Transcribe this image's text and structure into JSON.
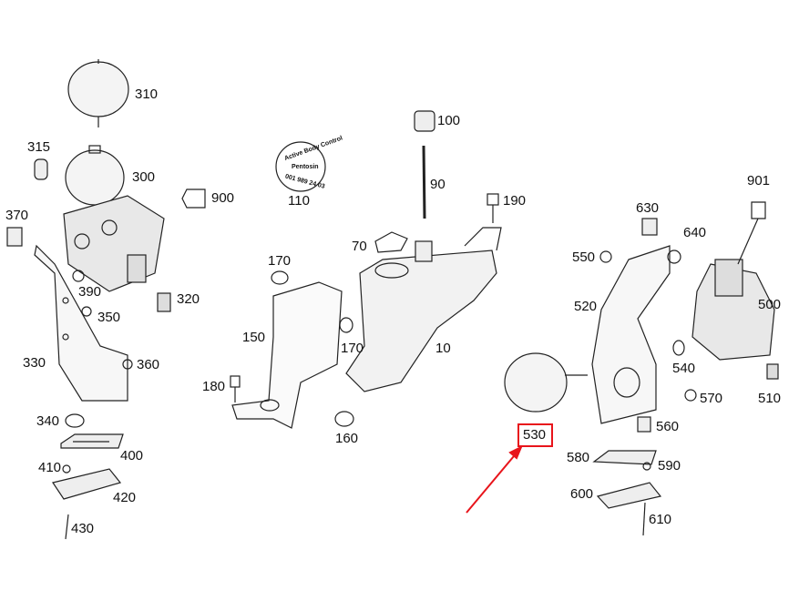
{
  "diagram": {
    "part_labels": [
      "310",
      "315",
      "300",
      "900",
      "110",
      "100",
      "90",
      "190",
      "901",
      "370",
      "630",
      "640",
      "550",
      "170",
      "70",
      "390",
      "320",
      "350",
      "150",
      "170",
      "10",
      "520",
      "500",
      "330",
      "360",
      "540",
      "180",
      "570",
      "510",
      "340",
      "560",
      "160",
      "530",
      "400",
      "580",
      "590",
      "410",
      "420",
      "600",
      "430",
      "610"
    ],
    "highlighted_part": "530",
    "highlight_color": "#e8141b",
    "sticker": {
      "title": "Active Body Control",
      "brand": "Pentosin",
      "number": "001 989 24 03"
    }
  }
}
